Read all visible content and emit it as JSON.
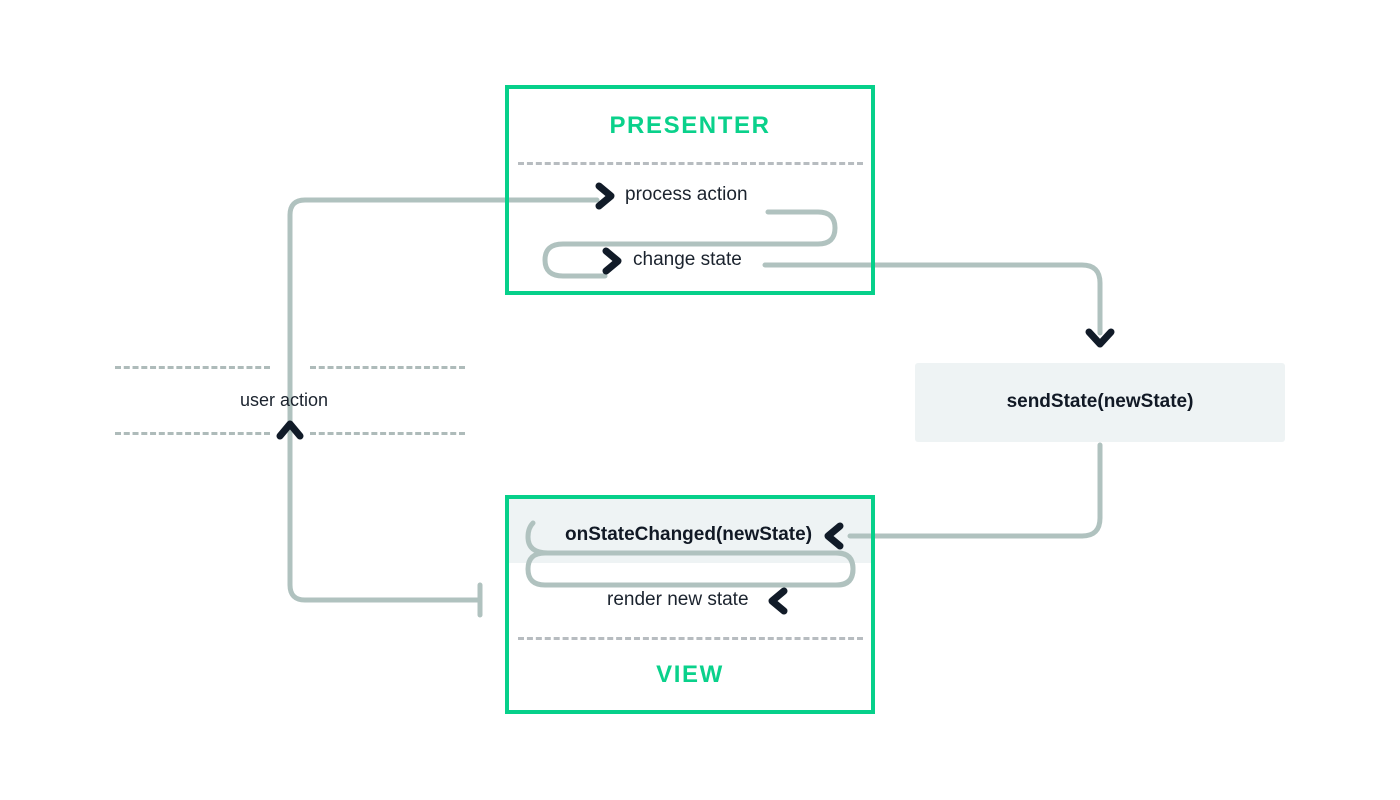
{
  "diagram": {
    "title_hidden": "",
    "components": [
      {
        "id": "presenter",
        "label": "PRESENTER"
      },
      {
        "id": "view",
        "label": "VIEW"
      }
    ],
    "presenter": {
      "label": "PRESENTER",
      "steps": [
        {
          "id": "process-action",
          "label": "process action"
        },
        {
          "id": "change-state",
          "label": "change state"
        }
      ]
    },
    "view": {
      "label": "VIEW",
      "steps": [
        {
          "id": "on-state-changed",
          "label": "onStateChanged(newState)",
          "emphasis": "bold"
        },
        {
          "id": "render-new-state",
          "label": "render new state",
          "emphasis": "normal"
        }
      ]
    },
    "transport": {
      "id": "send-state",
      "label": "sendState(newState)"
    },
    "edges": [
      {
        "id": "user-action",
        "label": "user action"
      }
    ],
    "colors": {
      "accent_green": "#06d08a",
      "wire": "#b0c2bf",
      "arrowhead": "#111b28",
      "panel_fill": "#eef3f4",
      "dash_gray": "#b7bcc0",
      "dash_sage": "#aebbba",
      "text": "#1b232e",
      "background": "#ffffff"
    }
  }
}
